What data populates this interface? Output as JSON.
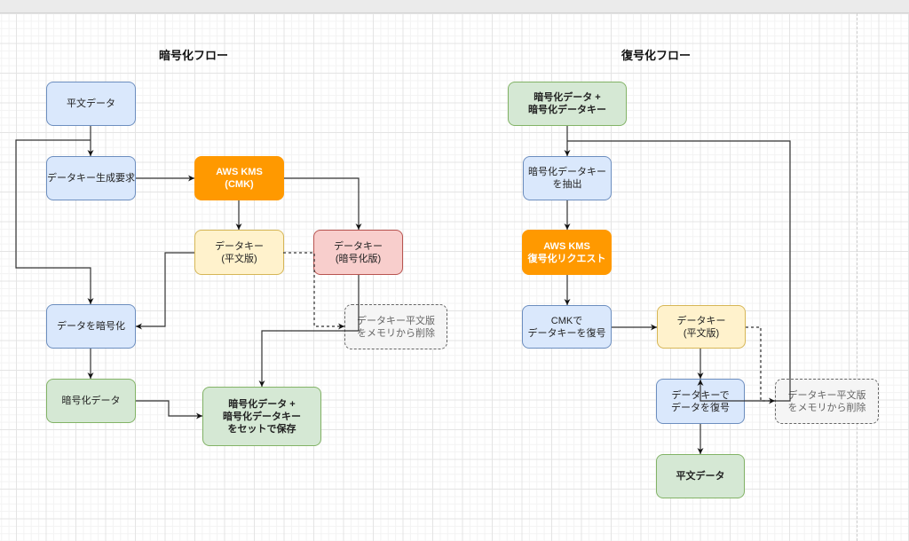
{
  "colors": {
    "blue_fill": "#dae8fc",
    "blue_stroke": "#6c8ebf",
    "green_fill": "#d5e8d4",
    "green_stroke": "#82b366",
    "yellow_fill": "#fff2cc",
    "yellow_stroke": "#d6b656",
    "red_fill": "#f8cecc",
    "red_stroke": "#b85450",
    "orange_fill": "#ff9900",
    "orange_text": "#ffffff",
    "gray_fill": "#f5f5f5",
    "gray_stroke": "#666666",
    "gray_text": "#666666",
    "edge": "#333333"
  },
  "encryption_flow": {
    "title": "暗号化フロー",
    "nodes": {
      "plaintext_data": {
        "lines": [
          "平文データ"
        ]
      },
      "generate_key_request": {
        "lines": [
          "データキー生成要求"
        ]
      },
      "aws_kms": {
        "lines": [
          "AWS KMS",
          "(CMK)"
        ]
      },
      "data_key_plain": {
        "lines": [
          "データキー",
          "(平文版)"
        ]
      },
      "data_key_encrypted": {
        "lines": [
          "データキー",
          "(暗号化版)"
        ]
      },
      "delete_plain_key": {
        "lines": [
          "データキー平文版",
          "をメモリから削除"
        ]
      },
      "encrypt_data": {
        "lines": [
          "データを暗号化"
        ]
      },
      "encrypted_data": {
        "lines": [
          "暗号化データ"
        ]
      },
      "store_together": {
        "lines": [
          "暗号化データ +",
          "暗号化データキー",
          "をセットで保存"
        ]
      }
    }
  },
  "decryption_flow": {
    "title": "復号化フロー",
    "nodes": {
      "encrypted_input": {
        "lines": [
          "暗号化データ +",
          "暗号化データキー"
        ]
      },
      "extract_key": {
        "lines": [
          "暗号化データキー",
          "を抽出"
        ]
      },
      "aws_kms_decrypt": {
        "lines": [
          "AWS KMS",
          "復号化リクエスト"
        ]
      },
      "cmk_decrypt_key": {
        "lines": [
          "CMKで",
          "データキーを復号"
        ]
      },
      "data_key_plain": {
        "lines": [
          "データキー",
          "(平文版)"
        ]
      },
      "decrypt_data": {
        "lines": [
          "データキーで",
          "データを復号"
        ]
      },
      "delete_plain_key": {
        "lines": [
          "データキー平文版",
          "をメモリから削除"
        ]
      },
      "plaintext_data": {
        "lines": [
          "平文データ"
        ]
      }
    }
  }
}
